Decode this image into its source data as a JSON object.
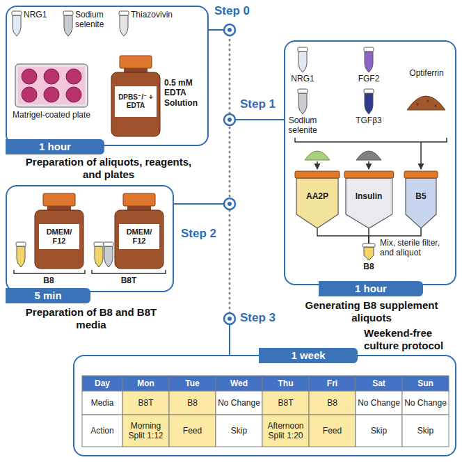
{
  "diagram": {
    "nodes": [
      {
        "text": [
          "1 hour",
          "Preparation of aliquots, reagents, and plates"
        ]
      },
      {
        "text": [
          "1 hour",
          "Generating B8 supplement aliquots"
        ]
      },
      {
        "text": [
          "AA2P"
        ],
        "in": 1
      },
      {
        "text": [
          "Insulin"
        ],
        "in": 1
      },
      {
        "text": [
          "B5"
        ],
        "in": 1
      },
      {
        "text": [
          "B8"
        ],
        "in": 1
      },
      {
        "text": [
          "5 min",
          "Preparation of B8 and B8T media"
        ]
      },
      {
        "text": [
          "1 week",
          "Weekend-free culture protocol"
        ]
      }
    ],
    "edges": [
      {
        "from": 2,
        "to": 5,
        "arrow": "none"
      },
      {
        "from": 3,
        "to": 5,
        "arrow": "none"
      },
      {
        "from": 4,
        "to": 5,
        "label": "Mix, sterile filter, and aliquot",
        "arrow": "none"
      }
    ],
    "labels": [
      "Step 0",
      "NRG1",
      "Sodium selenite",
      "Thiazovivin",
      "Matrigel-coated plate",
      "DPBS⁻/⁻ + EDTA",
      "0.5 mM EDTA Solution",
      "Step 1",
      "NRG1",
      "FGF2",
      "Sodium selenite",
      "TGFβ3",
      "Optiferrin",
      "Step 2",
      "DMEM/ F12",
      "DMEM/ F12",
      "B8",
      "B8T",
      "Step 3",
      "Day",
      "Mon",
      "Tue",
      "Wed",
      "Thu",
      "Fri",
      "Sat",
      "Sun",
      "Media",
      "B8T",
      "B8",
      "No Change",
      "B8T",
      "B8",
      "No Change",
      "No Change",
      "Action",
      "Morning Split 1:12",
      "Feed",
      "Skip",
      "Afternoon Split 1:20",
      "Feed",
      "Skip",
      "Skip"
    ]
  }
}
